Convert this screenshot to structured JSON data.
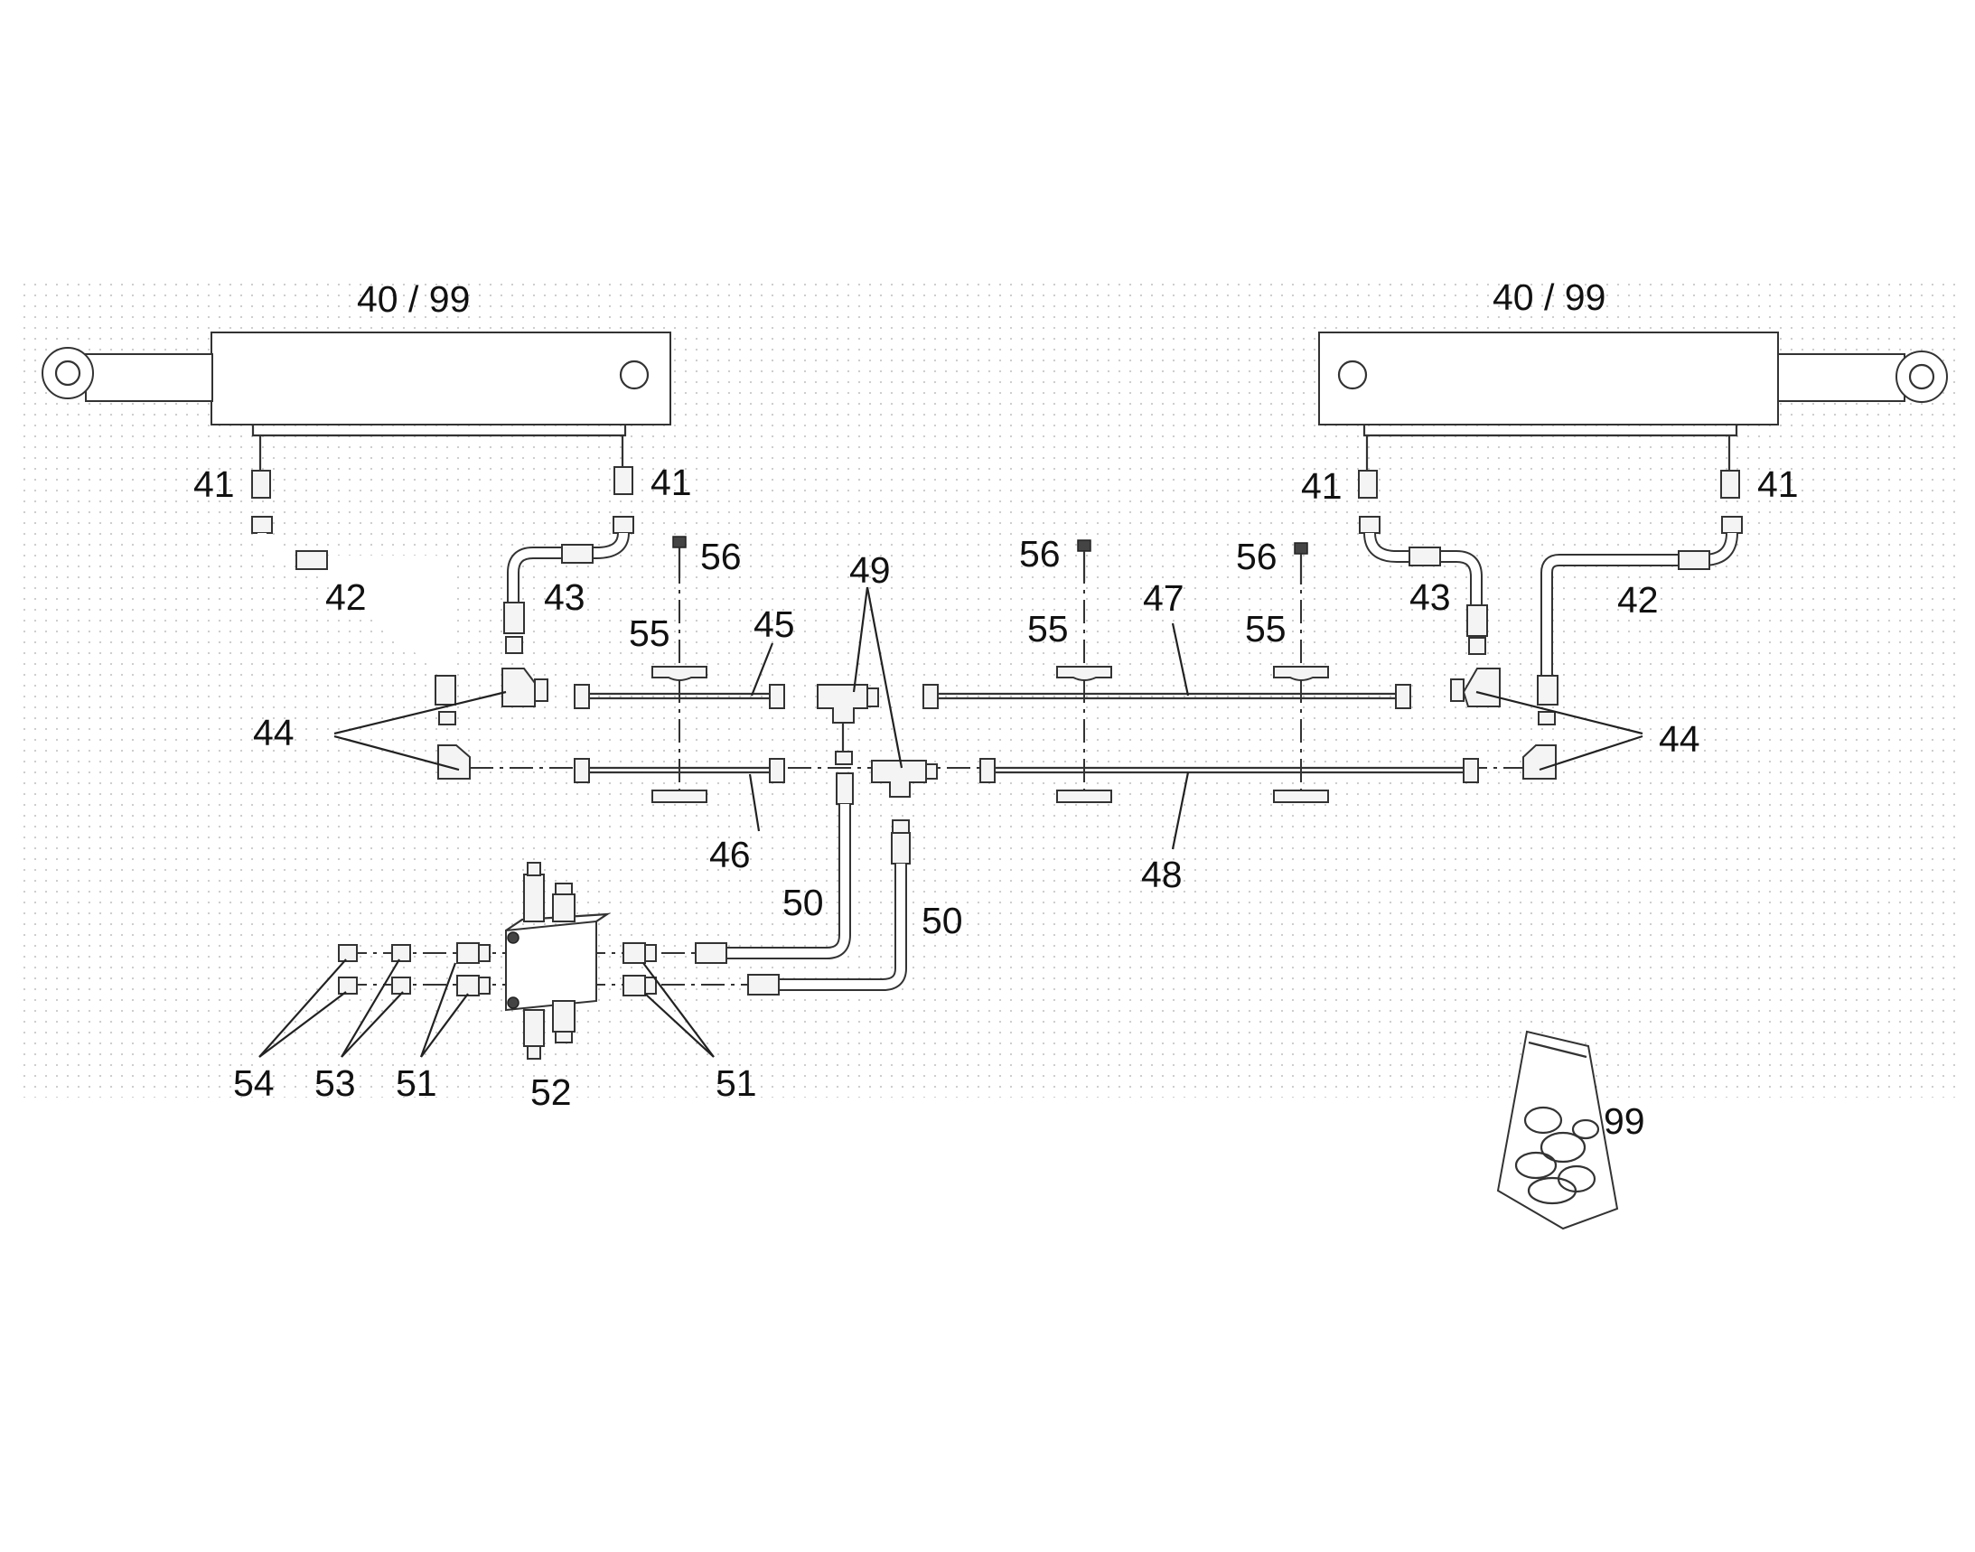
{
  "labels": {
    "cyl_left": "40 / 99",
    "cyl_right": "40 / 99",
    "l41a": "41",
    "l41b": "41",
    "l41c": "41",
    "l41d": "41",
    "l42a": "42",
    "l42b": "42",
    "l43a": "43",
    "l43b": "43",
    "l44a": "44",
    "l44b": "44",
    "l45": "45",
    "l46": "46",
    "l47": "47",
    "l48": "48",
    "l49": "49",
    "l50a": "50",
    "l50b": "50",
    "l51a": "51",
    "l51b": "51",
    "l52": "52",
    "l53": "53",
    "l54": "54",
    "l55a": "55",
    "l55b": "55",
    "l55c": "55",
    "l56a": "56",
    "l56b": "56",
    "l56c": "56",
    "l99": "99"
  },
  "colors": {
    "line": "#333333",
    "background_dots": "#c8c8c8"
  }
}
